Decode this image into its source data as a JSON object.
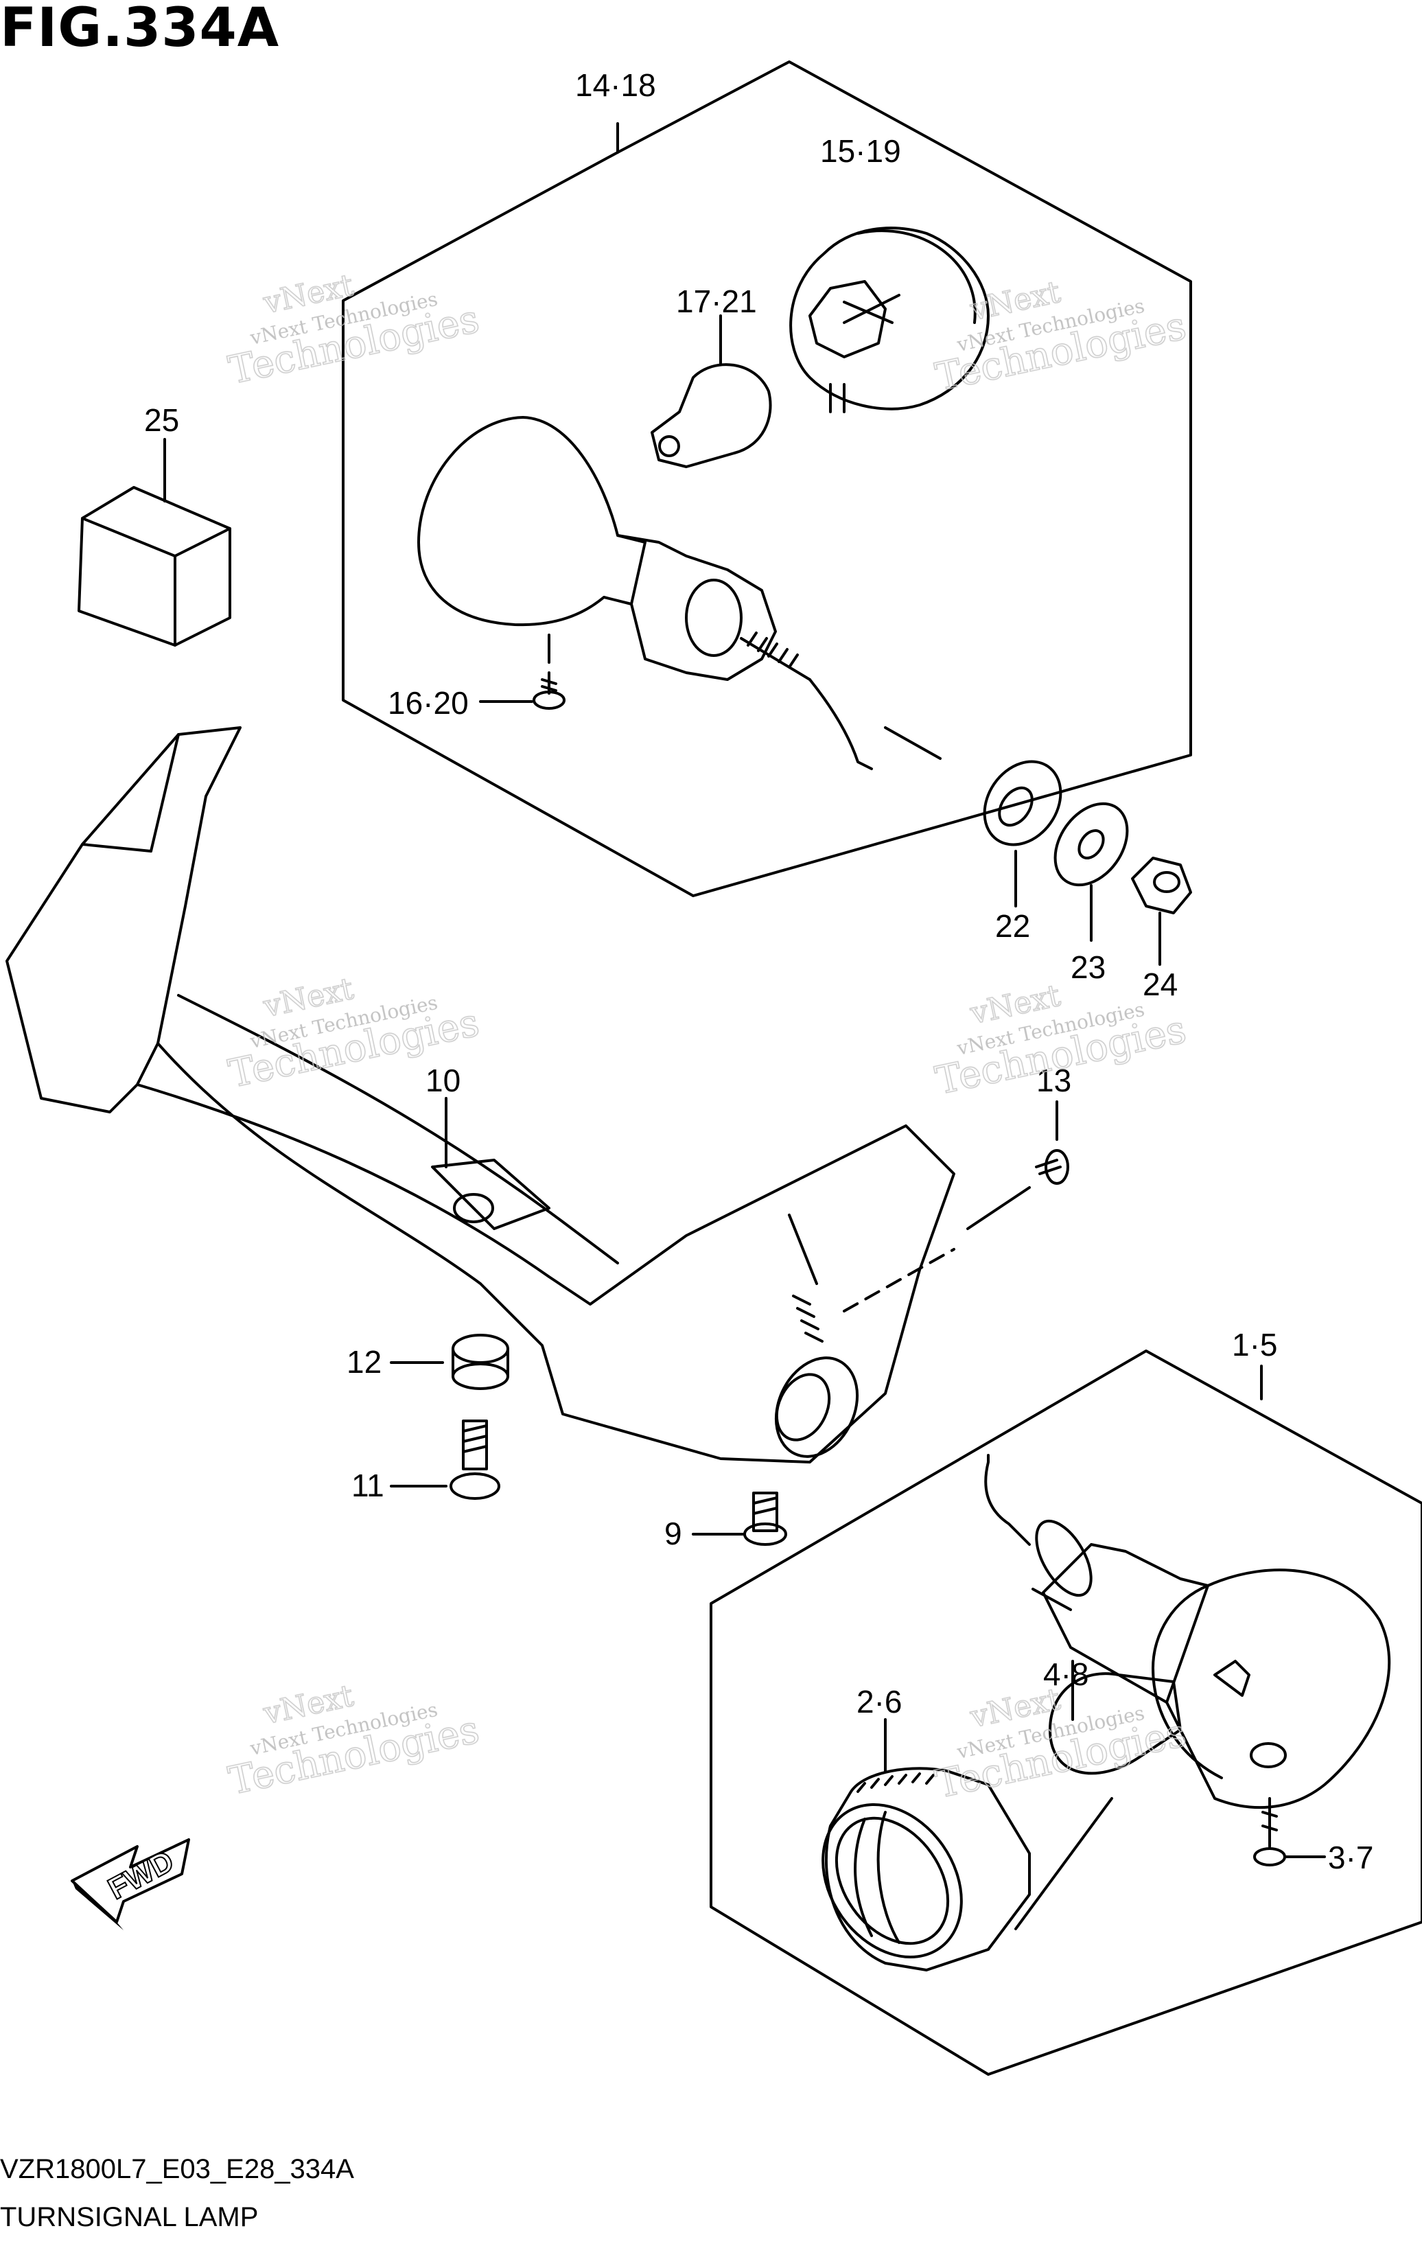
{
  "figure": {
    "title": "FIG.334A",
    "code": "VZR1800L7_E03_E28_334A",
    "name": "TURNSIGNAL LAMP"
  },
  "callouts": {
    "c14_18": "14·18",
    "c15_19": "15·19",
    "c17_21": "17·21",
    "c25": "25",
    "c16_20": "16·20",
    "c22": "22",
    "c23": "23",
    "c24": "24",
    "c10": "10",
    "c13": "13",
    "c12": "12",
    "c11": "11",
    "c9": "9",
    "c1_5": "1·5",
    "c2_6": "2·6",
    "c4_8": "4·8",
    "c3_7": "3·7"
  },
  "direction_arrow": {
    "label": "FWD"
  },
  "watermark": {
    "line1": "vNext",
    "line2": "vNext Technologies",
    "line3": "Technologies"
  },
  "colors": {
    "ink": "#000000",
    "paper": "#ffffff",
    "watermark": "#c9c9c9"
  }
}
